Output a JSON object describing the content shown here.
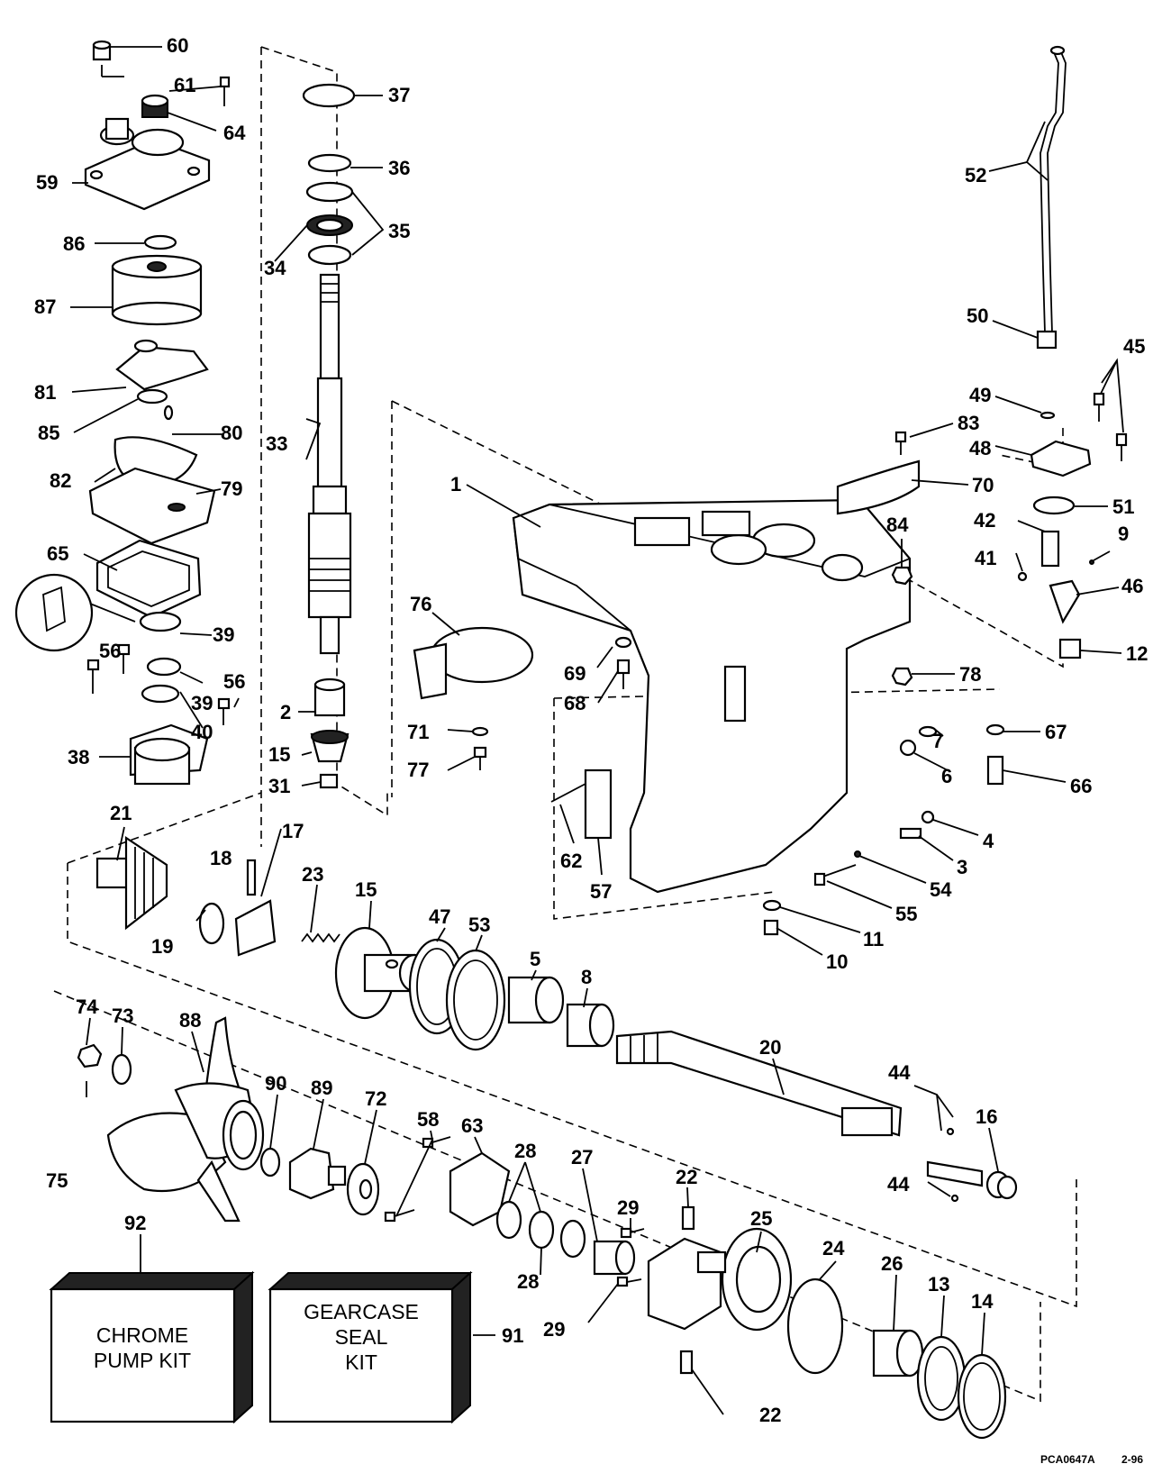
{
  "labels": {
    "l1": "1",
    "l2": "2",
    "l3": "3",
    "l4": "4",
    "l5": "5",
    "l6": "6",
    "l7": "7",
    "l8": "8",
    "l9": "9",
    "l10": "10",
    "l11": "11",
    "l12": "12",
    "l13": "13",
    "l14": "14",
    "l15a": "15",
    "l15b": "15",
    "l16": "16",
    "l17": "17",
    "l18": "18",
    "l19": "19",
    "l20": "20",
    "l21": "21",
    "l22a": "22",
    "l22b": "22",
    "l23": "23",
    "l24": "24",
    "l25": "25",
    "l26": "26",
    "l27": "27",
    "l28a": "28",
    "l28b": "28",
    "l29a": "29",
    "l29b": "29",
    "l31": "31",
    "l33": "33",
    "l34": "34",
    "l35": "35",
    "l36": "36",
    "l37": "37",
    "l38": "38",
    "l39a": "39",
    "l39b": "39",
    "l40": "40",
    "l41": "41",
    "l42": "42",
    "l44a": "44",
    "l44b": "44",
    "l45": "45",
    "l46": "46",
    "l47": "47",
    "l48": "48",
    "l49": "49",
    "l50": "50",
    "l51": "51",
    "l52": "52",
    "l53": "53",
    "l54": "54",
    "l55": "55",
    "l56a": "56",
    "l56b": "56",
    "l57": "57",
    "l58": "58",
    "l59": "59",
    "l60": "60",
    "l61": "61",
    "l62": "62",
    "l63": "63",
    "l64": "64",
    "l65": "65",
    "l66": "66",
    "l67": "67",
    "l68": "68",
    "l69": "69",
    "l70": "70",
    "l71": "71",
    "l72": "72",
    "l73": "73",
    "l74": "74",
    "l75": "75",
    "l76": "76",
    "l77": "77",
    "l78": "78",
    "l79": "79",
    "l80": "80",
    "l81": "81",
    "l82": "82",
    "l83": "83",
    "l84": "84",
    "l85": "85",
    "l86": "86",
    "l87": "87",
    "l88": "88",
    "l89": "89",
    "l90": "90",
    "l91": "91",
    "l92": "92"
  },
  "kits": {
    "chrome_pump": {
      "line1": "CHROME",
      "line2": "PUMP KIT"
    },
    "gearcase_seal": {
      "line1": "GEARCASE",
      "line2": "SEAL",
      "line3": "KIT"
    }
  },
  "footer": {
    "drawing_code": "PCA0647A",
    "date": "2-96"
  }
}
